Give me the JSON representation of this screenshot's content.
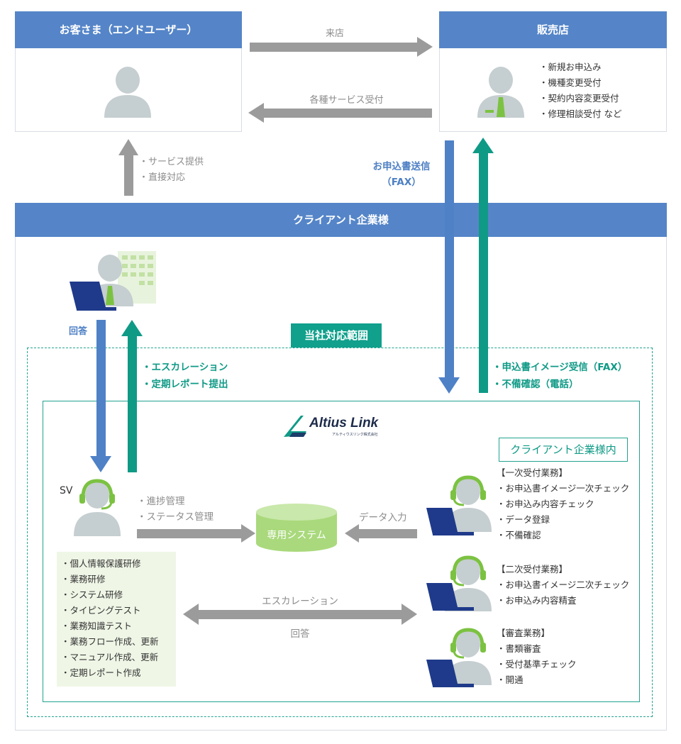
{
  "customer": {
    "title": "お客さま（エンドユーザー）"
  },
  "store": {
    "title": "販売店",
    "tasks": [
      "・新規お申込み",
      "・機種変更受付",
      "・契約内容変更受付",
      "・修理相談受付 など"
    ]
  },
  "arrows": {
    "visit": "来店",
    "service_reception": "各種サービス受付",
    "service_provision": [
      "・サービス提供",
      "・直接対応"
    ],
    "application_send": [
      "お申込書送信",
      "（FAX）"
    ],
    "answer_left": "回答",
    "escalation_top": [
      "・エスカレーション",
      "・定期レポート提出"
    ],
    "image_receive": [
      "・申込書イメージ受信（FAX）",
      "・不備確認（電話）"
    ],
    "progress": [
      "・進捗管理",
      "・ステータス管理"
    ],
    "data_entry": "データ入力",
    "escalation_mid": "エスカレーション",
    "answer_mid": "回答"
  },
  "client": {
    "title": "クライアント企業様"
  },
  "scope_label": "当社対応範囲",
  "logo": {
    "name": "Altius Link",
    "sub": "アルティウスリンク株式会社"
  },
  "client_internal_label": "クライアント企業様内",
  "sv": {
    "label": "SV",
    "trainings": [
      "・個人情報保護研修",
      "・業務研修",
      "・システム研修",
      "・タイピングテスト",
      "・業務知識テスト",
      "・業務フロー作成、更新",
      "・マニュアル作成、更新",
      "・定期レポート作成"
    ]
  },
  "system": {
    "label": "専用システム"
  },
  "operations": [
    {
      "title": "【一次受付業務】",
      "items": [
        "・お申込書イメージ一次チェック",
        "・お申込み内容チェック",
        "・データ登録",
        "・不備確認"
      ]
    },
    {
      "title": "【二次受付業務】",
      "items": [
        "・お申込書イメージ二次チェック",
        "・お申込み内容精査"
      ]
    },
    {
      "title": "【審査業務】",
      "items": [
        "・書類審査",
        "・受付基準チェック",
        "・開通"
      ]
    }
  ],
  "colors": {
    "header_blue": "#5585c8",
    "teal": "#0f9a86",
    "gray_arrow": "#9b9b9b",
    "green": "#7cc242",
    "person": "#c5ced0"
  }
}
